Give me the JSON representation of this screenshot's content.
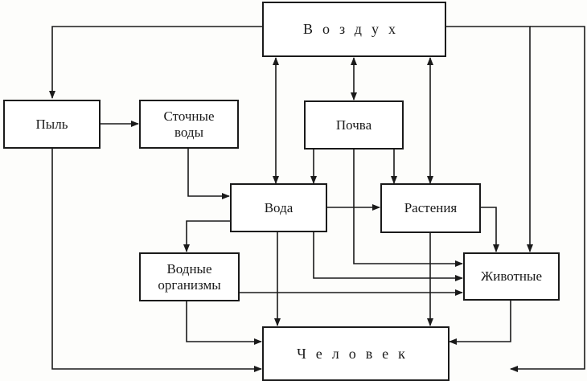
{
  "diagram": {
    "nodes": {
      "air": "Воздух",
      "dust": "Пыль",
      "wastewater": "Сточные воды",
      "soil": "Почва",
      "water": "Вода",
      "plants": "Растения",
      "aquatic": "Водные организмы",
      "animals": "Животные",
      "human": "Человек"
    },
    "edges": [
      {
        "from": "air",
        "to": "dust"
      },
      {
        "from": "air",
        "to": "water",
        "bidirectional": true
      },
      {
        "from": "air",
        "to": "soil",
        "bidirectional": true
      },
      {
        "from": "air",
        "to": "plants",
        "bidirectional": true
      },
      {
        "from": "air",
        "to": "animals"
      },
      {
        "from": "air",
        "to": "human"
      },
      {
        "from": "dust",
        "to": "wastewater"
      },
      {
        "from": "dust",
        "to": "human"
      },
      {
        "from": "wastewater",
        "to": "water"
      },
      {
        "from": "soil",
        "to": "water"
      },
      {
        "from": "soil",
        "to": "plants"
      },
      {
        "from": "soil",
        "to": "animals"
      },
      {
        "from": "water",
        "to": "plants"
      },
      {
        "from": "water",
        "to": "aquatic"
      },
      {
        "from": "water",
        "to": "animals"
      },
      {
        "from": "water",
        "to": "human"
      },
      {
        "from": "plants",
        "to": "animals"
      },
      {
        "from": "plants",
        "to": "human"
      },
      {
        "from": "aquatic",
        "to": "animals"
      },
      {
        "from": "aquatic",
        "to": "human"
      },
      {
        "from": "animals",
        "to": "human"
      }
    ]
  }
}
